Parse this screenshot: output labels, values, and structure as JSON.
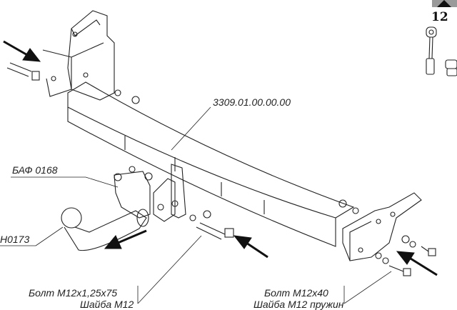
{
  "page_number": "12",
  "labels": {
    "main_part": "3309.01.00.00.00",
    "bracket": "БАФ 0168",
    "ball": "H0173",
    "bolt_left": "Болт М12х1,25х75",
    "washer_left": "Шайба М12",
    "bolt_right": "Болт М12х40",
    "washer_right": "Шайба М12 пружин"
  },
  "icons": [
    "wrench-ratchet-icon",
    "socket-icon",
    "direction-arrow-icon"
  ]
}
